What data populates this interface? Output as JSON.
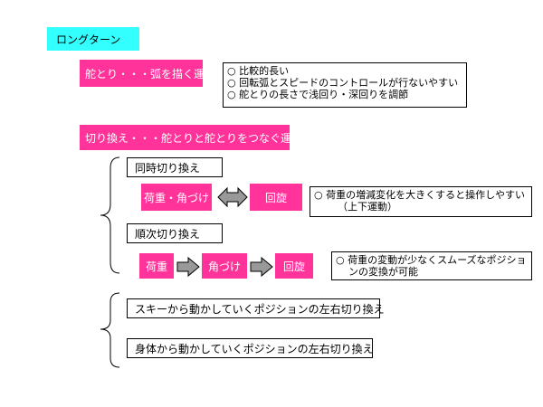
{
  "title": "ロングターン",
  "arc": {
    "label": "舵とり・・・弧を描く運動",
    "notes": [
      "○ 比較的長い",
      "○ 回転弧とスピードのコントロールが行ないやすい",
      "○ 舵とりの長さで浅回り・深回りを調節"
    ]
  },
  "switch": {
    "label": "切り換え・・・舵とりと舵とりをつなぐ運動",
    "simultaneous": {
      "label": "同時切り換え",
      "step1": "荷重・角づけ",
      "step2": "回旋",
      "notes": [
        "○ 荷重の増減変化を大きくすると操作しやすい",
        "（上下運動）"
      ]
    },
    "sequential": {
      "label": "順次切り換え",
      "step1": "荷重",
      "step2": "角づけ",
      "step3": "回旋",
      "notes": [
        "○ 荷重の変動が少なくスムーズなポジショ",
        "ンの変換が可能"
      ]
    }
  },
  "positions": {
    "ski": "スキーから動かしていくポジションの左右切り換え",
    "body": "身体から動かしていくポジションの左右切り換え"
  },
  "colors": {
    "cyan": "#33ffff",
    "pink": "#ff3399",
    "arrow": "#999999"
  }
}
